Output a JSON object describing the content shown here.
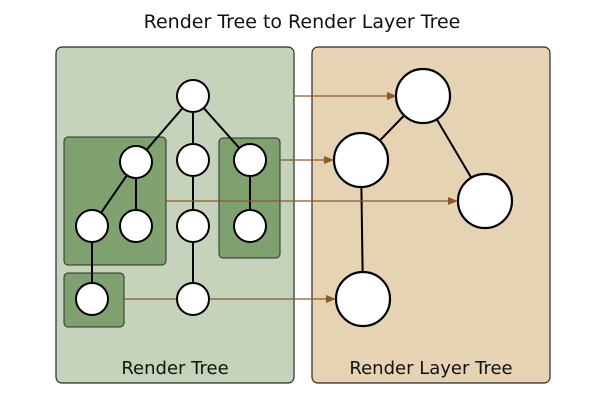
{
  "title": "Render Tree to Render Layer Tree",
  "panels": {
    "render_tree": {
      "label": "Render Tree",
      "fill": "#c5d3bb"
    },
    "render_layer_tree": {
      "label": "Render Layer Tree",
      "fill": "#e6d3b3"
    }
  },
  "colors": {
    "group_fill": "#7fa06f",
    "arrow": "#8a5a2b",
    "node_fill": "#ffffff",
    "edge": "#000000"
  }
}
